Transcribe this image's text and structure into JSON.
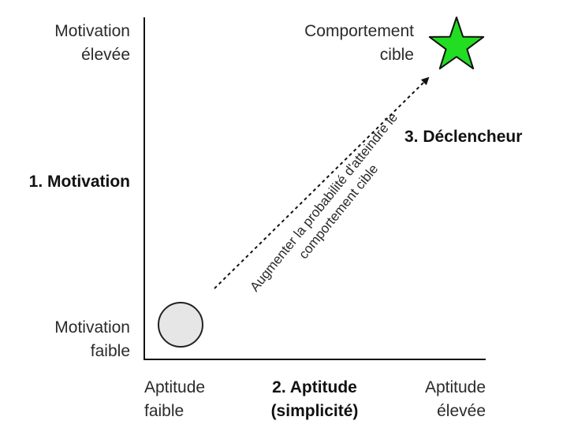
{
  "y_axis": {
    "top_label_line1": "Motivation",
    "top_label_line2": "élevée",
    "middle_label": "1. Motivation",
    "bottom_label_line1": "Motivation",
    "bottom_label_line2": "faible"
  },
  "x_axis": {
    "left_label_line1": "Aptitude",
    "left_label_line2": "faible",
    "middle_label_line1": "2. Aptitude",
    "middle_label_line2": "(simplicité)",
    "right_label_line1": "Aptitude",
    "right_label_line2": "élevée"
  },
  "target": {
    "label_line1": "Comportement",
    "label_line2": "cible",
    "icon": "star-icon",
    "color": "#22dd22"
  },
  "trigger": {
    "label": "3. Déclencheur"
  },
  "arrow": {
    "label_line1": "Augmenter la probabilité d'atteindre le",
    "label_line2": "comportement cible"
  },
  "start": {
    "icon": "circle-marker",
    "color": "#e6e6e6"
  }
}
